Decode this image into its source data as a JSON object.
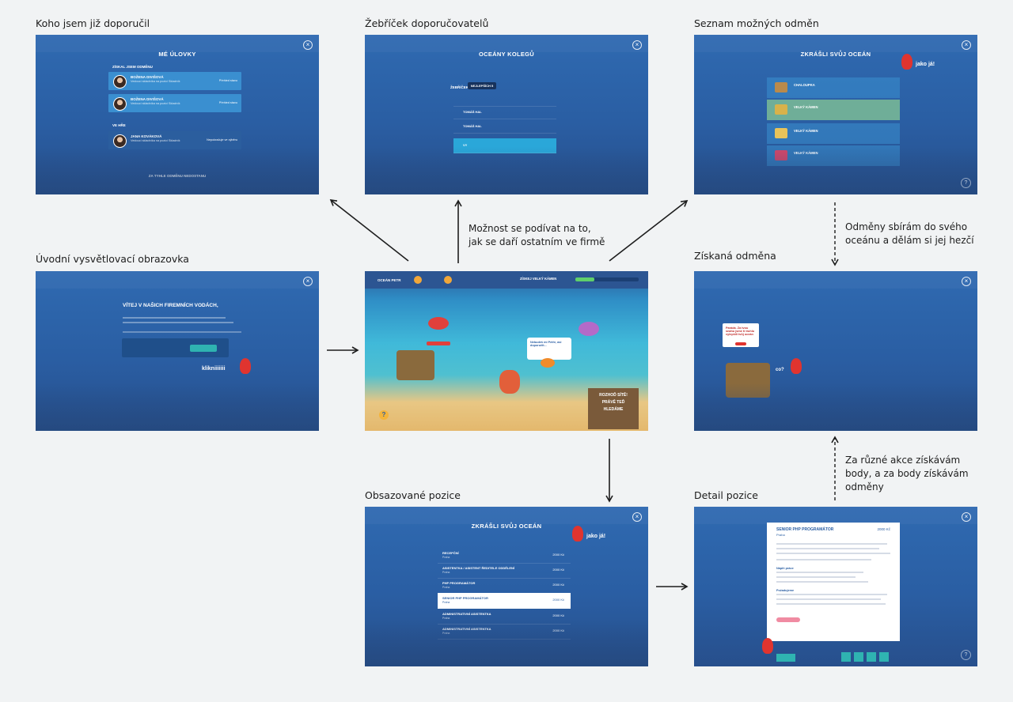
{
  "captions": {
    "referred": "Koho jsem již doporučil",
    "leaderboard": "Žebříček doporučovatelů",
    "rewards": "Seznam možných odměn",
    "intro": "Úvodní vysvětlovací obrazovka",
    "received": "Získaná odměna",
    "positions": "Obsazované pozice",
    "detail": "Detail pozice"
  },
  "notes": {
    "others": [
      "Možnost se podívat na to,",
      "jak se daří ostatním ve firmě"
    ],
    "collect": [
      "Odměny sbírám do svého",
      "oceánu a dělám si jej hezčí"
    ],
    "points": [
      "Za různé akce získávám",
      "body, a za body získávám",
      "odměny"
    ]
  },
  "referred_screen": {
    "title": "MÉ ÚLOVKY",
    "section_received": "ZÍSKAL JSEM ODMĚNU",
    "section_in_game": "VE HŘE",
    "rows": [
      {
        "name": "BOŽENA DIVIŠOVÁ",
        "detail": "Vedoucí skladníka na pozici Skladník",
        "status": "Přehled stavu"
      },
      {
        "name": "BOŽENA DIVIŠOVÁ",
        "detail": "Vedoucí skladníka na pozici Skladník",
        "status": "Přehled stavu"
      },
      {
        "name": "JANA KOVÁKOVÁ",
        "detail": "Vedoucí skladníka na pozici Skladník",
        "status": "Nepokračuje ve výběru"
      }
    ],
    "footer": "ZA TYHLE ODMĚNU NEDOSTANU"
  },
  "leaderboard_screen": {
    "title": "OCEÁNY KOLEGŮ",
    "filter_label": "ŽEBŘÍČEK",
    "filter_button": "NEJLEPŠÍCH 5",
    "rows": [
      {
        "rank": "",
        "name": "",
        "points": ""
      },
      {
        "rank": "",
        "name": "TOMÁŠ HAL",
        "points": ""
      },
      {
        "rank": "",
        "name": "TOMÁŠ HAL",
        "points": ""
      },
      {
        "rank": "",
        "name": "VY",
        "points": ""
      }
    ]
  },
  "rewards_screen": {
    "title": "ZKRÁŠLI SVŮJ OCEÁN",
    "brand": "jako já!",
    "rows": [
      {
        "name": "CHALOUPKA",
        "color": "#b98a4c"
      },
      {
        "name": "VELKÝ KÁMEN",
        "color": "#d8b24a"
      },
      {
        "name": "VELKÝ KÁMEN",
        "color": "#e8c35a"
      },
      {
        "name": "VELKÝ KÁMEN",
        "color": "#d0476a"
      }
    ]
  },
  "intro_screen": {
    "title": "VÍTEJ V NAŠICH FIREMNÍCH VODÁCH,",
    "cta": "",
    "brand": "klikniiiiiii"
  },
  "main_screen": {
    "menu": [
      "OCEÁN PETR",
      "",
      ""
    ],
    "top_right": "ZÍSKEJ VELKÝ KÁMEN",
    "bubble": "Nebudeš mi Petře, asi doporučit...",
    "sign_lines": [
      "ROZHOĎ SÍTĚ!",
      "PRÁVĚ TEĎ",
      "HLEDÁME"
    ],
    "help": "?"
  },
  "received_screen": {
    "popup": "Paráda. Za tvou snahu jsme ti truhlu vylepšili tvůj oceán",
    "popup_button": "",
    "aside": "co?"
  },
  "positions_screen": {
    "title": "ZKRÁŠLI SVŮJ OCEÁN",
    "brand": "jako já!",
    "rows": [
      {
        "name": "RECEPČNÍ",
        "city": "Praha",
        "reward": "2000 Kč"
      },
      {
        "name": "ASISTENTKA / ASISTENT ŘEDITELE ODDĚLENÍ",
        "city": "Praha",
        "reward": "2000 Kč"
      },
      {
        "name": "PHP PROGRAMÁTOR",
        "city": "Praha",
        "reward": "2000 Kč"
      },
      {
        "name": "SENIOR PHP PROGRAMÁTOR",
        "city": "Praha",
        "reward": "2000 Kč"
      },
      {
        "name": "ADMINISTRATIVNÍ ASISTENTKA",
        "city": "Praha",
        "reward": "2000 Kč"
      },
      {
        "name": "ADMINISTRATIVNÍ ASISTENTKA",
        "city": "Praha",
        "reward": "2000 Kč"
      }
    ],
    "selected_index": 3
  },
  "detail_screen": {
    "title": "SENIOR PHP PROGRAMÁTOR",
    "city": "Praha",
    "reward": "2000 Kč",
    "section_a": "Náplň práce",
    "section_b": "Požadujeme",
    "share_buttons": [
      "",
      "",
      "",
      ""
    ]
  },
  "colors": {
    "screen_bg": "#2f6ab1",
    "row_bg": "#3a8fd0",
    "accent_red": "#e0342f",
    "page_bg": "#f1f3f4"
  }
}
